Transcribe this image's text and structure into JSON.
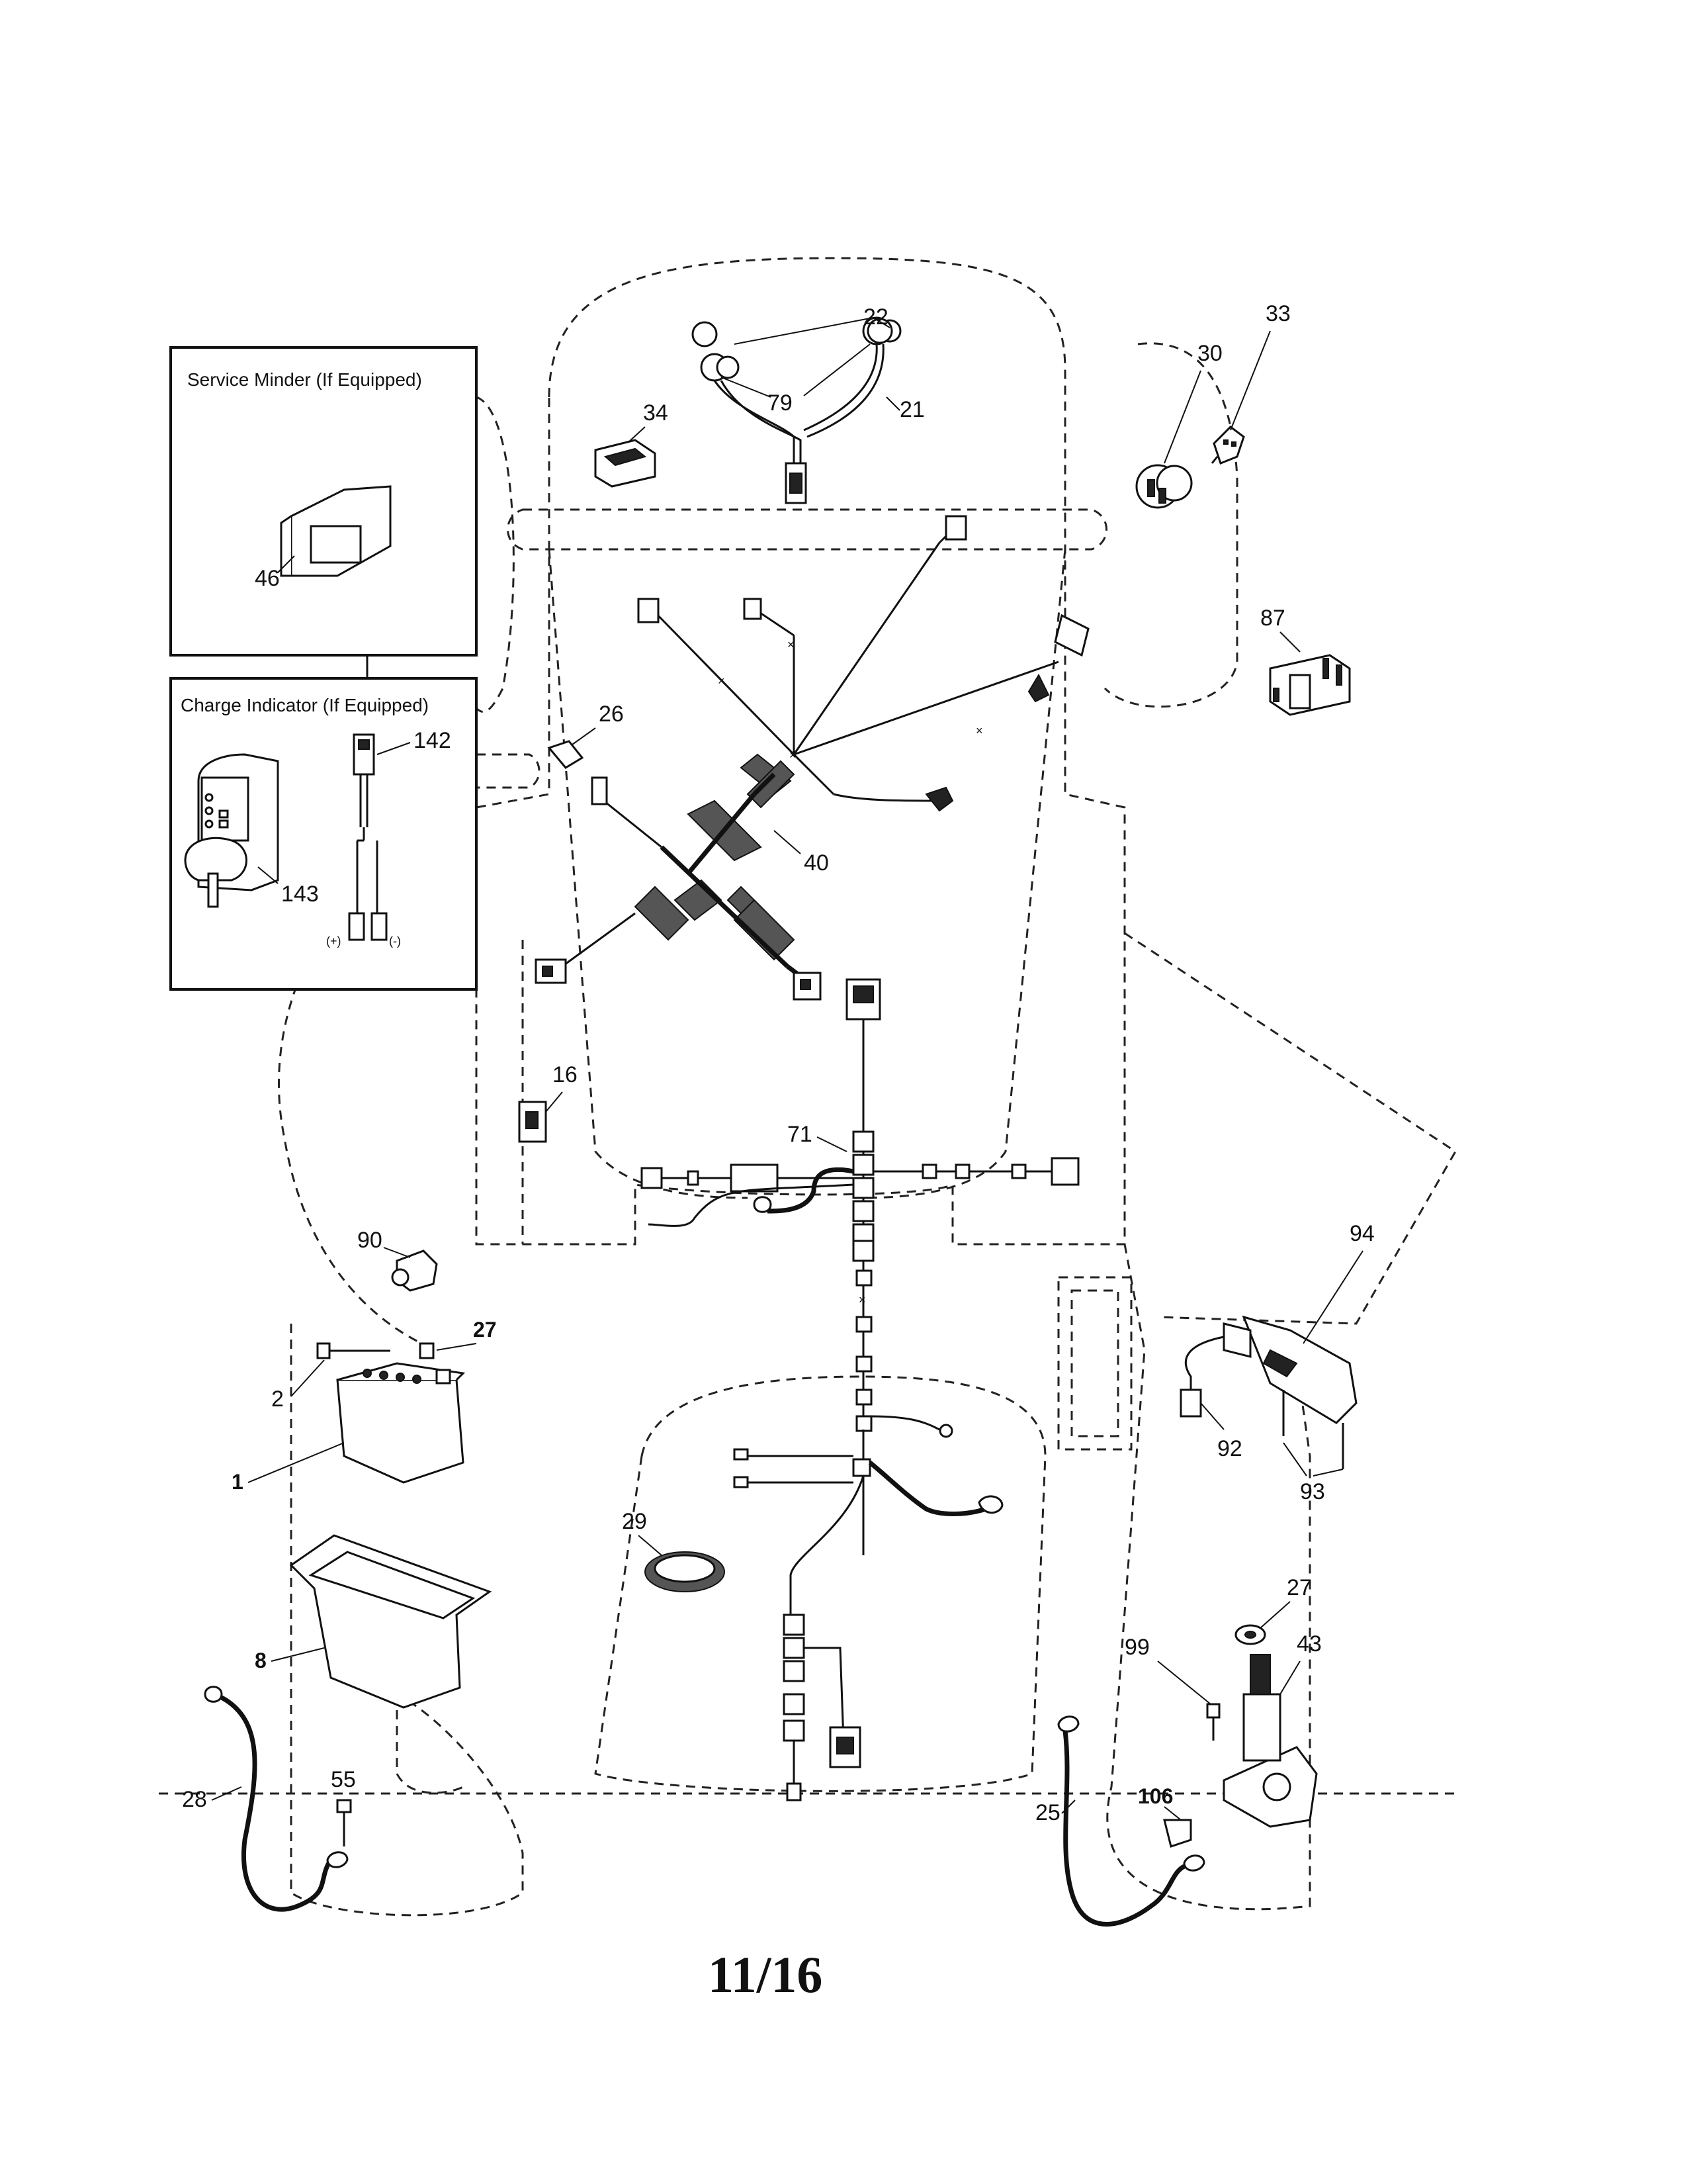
{
  "boxes": {
    "service_minder_title": "Service Minder (If Equipped)",
    "charge_indicator_title": "Charge Indicator (If Equipped)",
    "plus_label": "(+)",
    "minus_label": "(-)"
  },
  "callouts": {
    "p22": "22",
    "p79": "79",
    "p21": "21",
    "p34": "34",
    "p30": "30",
    "p33": "33",
    "p87": "87",
    "p46": "46",
    "p26": "26",
    "p142": "142",
    "p143": "143",
    "p40": "40",
    "p71": "71",
    "p16": "16",
    "p90": "90",
    "p94": "94",
    "p27a": "27",
    "p2": "2",
    "p1": "1",
    "p92": "92",
    "p93": "93",
    "p29": "29",
    "p8": "8",
    "p27b": "27",
    "p43": "43",
    "p99": "99",
    "p28": "28",
    "p55": "55",
    "p106": "106",
    "p25": "25"
  },
  "page_number": "11/16"
}
